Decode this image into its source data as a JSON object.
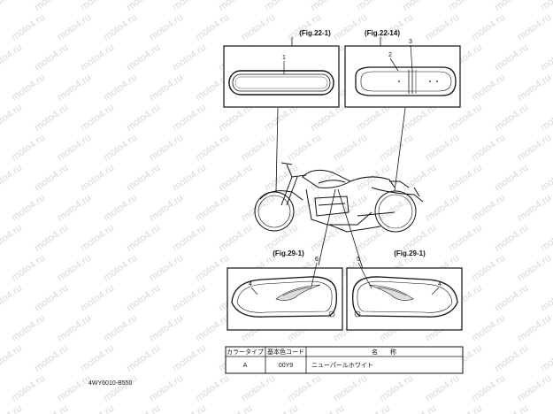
{
  "watermark": {
    "text": "moto4.ru"
  },
  "figures": [
    {
      "label": "(Fig.22-1)",
      "callouts": [
        "1"
      ]
    },
    {
      "label": "(Fig.22-14)",
      "callouts": [
        "2",
        "3"
      ]
    },
    {
      "label": "(Fig.29-1)",
      "callouts": [
        "6",
        "4"
      ]
    },
    {
      "label": "(Fig.29-1)",
      "callouts": [
        "5",
        "4"
      ]
    }
  ],
  "color_table": {
    "headers": [
      "カラータイプ",
      "基本色コード",
      "名　　称"
    ],
    "rows": [
      [
        "A",
        "00Y9",
        "ニューパールホワイト"
      ]
    ]
  },
  "document_code": "4WY6010-B550"
}
